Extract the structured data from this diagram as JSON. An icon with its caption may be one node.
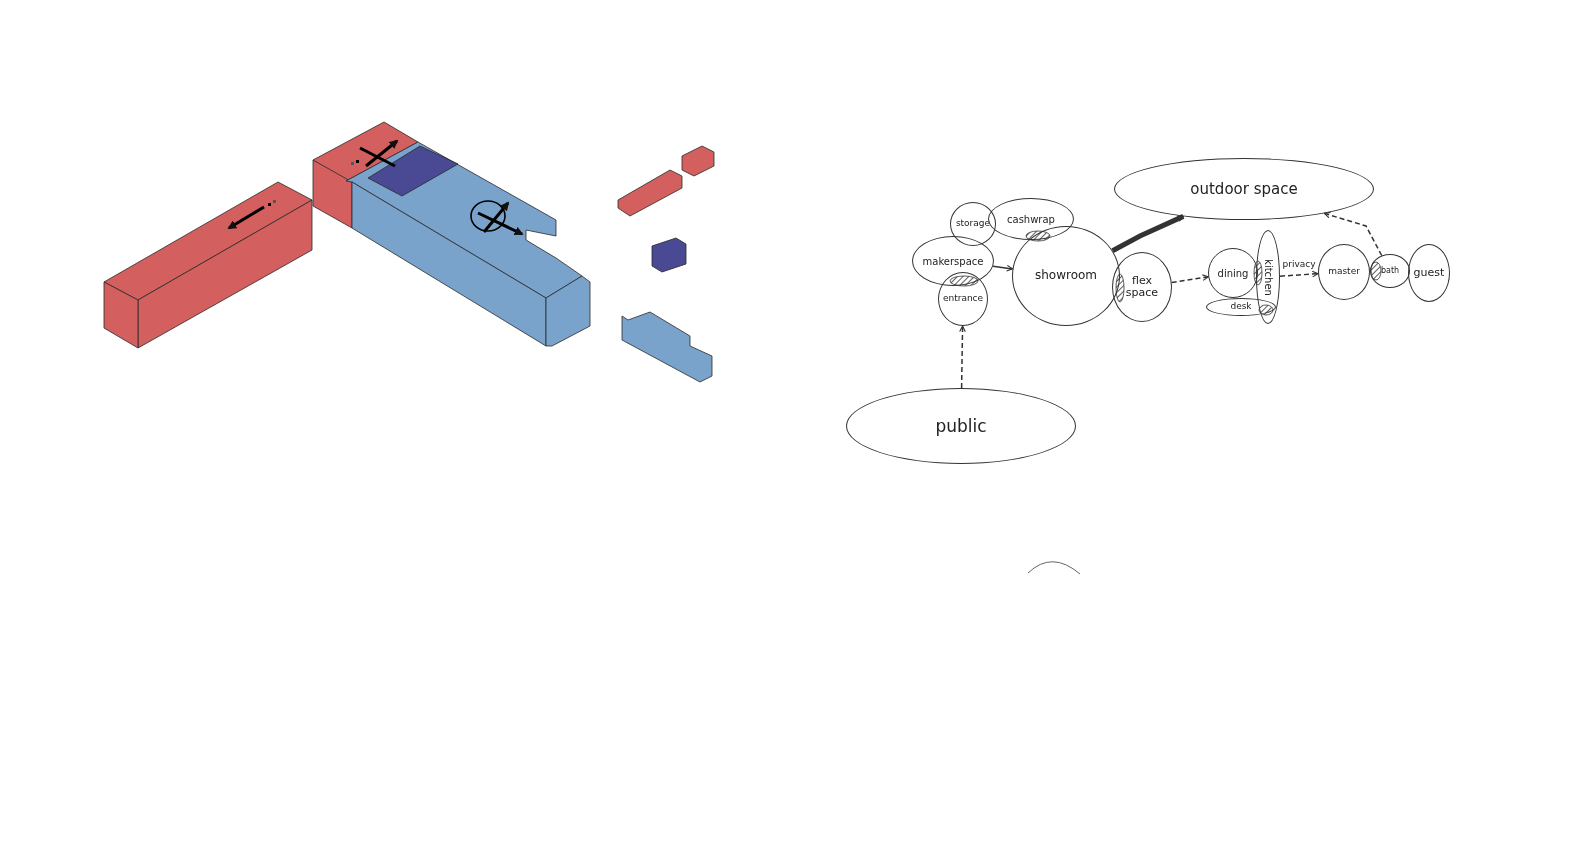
{
  "diagram": {
    "nodes": [
      {
        "text": [
          "outdoor space"
        ]
      },
      {
        "text": [
          "storage"
        ]
      },
      {
        "text": [
          "cashwrap"
        ]
      },
      {
        "text": [
          "makerspace"
        ]
      },
      {
        "text": [
          "entrance"
        ]
      },
      {
        "text": [
          "showroom"
        ]
      },
      {
        "text": [
          "flex space"
        ]
      },
      {
        "text": [
          "dining"
        ]
      },
      {
        "text": [
          "kitchen"
        ]
      },
      {
        "text": [
          "desk"
        ]
      },
      {
        "text": [
          "master"
        ]
      },
      {
        "text": [
          "bath"
        ]
      },
      {
        "text": [
          "guest"
        ]
      },
      {
        "text": [
          "public"
        ]
      }
    ],
    "edges": [
      {
        "from": 13,
        "to": 4,
        "arrow": "to",
        "style": "dashed"
      },
      {
        "from": 3,
        "to": 5,
        "arrow": "to"
      },
      {
        "from": 5,
        "to": 0,
        "arrow": "to",
        "style": "thick"
      },
      {
        "from": 6,
        "to": 7,
        "arrow": "to",
        "style": "dashed"
      },
      {
        "from": 8,
        "to": 10,
        "arrow": "to",
        "style": "dashed",
        "label": "privacy"
      },
      {
        "from": 11,
        "to": 0,
        "arrow": "to",
        "style": "dashed"
      }
    ]
  }
}
